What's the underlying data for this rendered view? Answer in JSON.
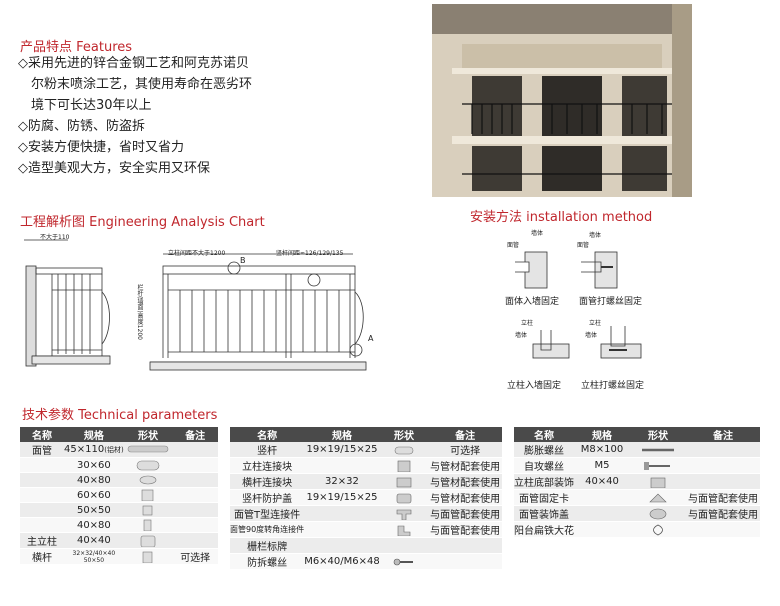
{
  "features": {
    "title": "产品特点 Features",
    "lines": [
      "◇采用先进的锌合金钢工艺和阿克苏诺贝",
      "尔粉末喷涂工艺，其使用寿命在恶劣环",
      "境下可长达30年以上",
      "◇防腐、防锈、防盗拆",
      "◇安装方便快捷，省时又省力",
      "◇造型美观大方，安全实用又环保"
    ]
  },
  "engineering": {
    "title": "工程解析图 Engineering Analysis Chart",
    "labels": {
      "max110": "不大于110",
      "col_spacing": "立柱间距不大于1200",
      "bar_spacing": "竖杆间距≈126/129/135",
      "height": "栏杆(墙面)高度1200",
      "mark_a": "A",
      "mark_b": "B"
    }
  },
  "install": {
    "title": "安装方法 installation method",
    "captions": [
      "面体入墙固定",
      "面管打螺丝固定",
      "立柱入墙固定",
      "立柱打螺丝固定"
    ],
    "callouts": {
      "wall": "墙体",
      "rail": "面管",
      "post": "立柱"
    }
  },
  "technical": {
    "title": "技术参数 Technical parameters",
    "headers": [
      "名称",
      "规格",
      "形状",
      "备注"
    ],
    "table1": [
      {
        "name": "面管",
        "spec": "45×110",
        "spec_note": "(铝材)",
        "note": ""
      },
      {
        "name": "",
        "spec": "30×60",
        "note": ""
      },
      {
        "name": "",
        "spec": "40×80",
        "note": ""
      },
      {
        "name": "",
        "spec": "60×60",
        "note": ""
      },
      {
        "name": "",
        "spec": "50×50",
        "note": ""
      },
      {
        "name": "",
        "spec": "40×80",
        "note": ""
      },
      {
        "name": "主立柱",
        "spec": "40×40",
        "note": ""
      },
      {
        "name": "横杆",
        "spec_lines": [
          "32×32/40×40",
          "50×50"
        ],
        "note": "可选择"
      }
    ],
    "table2": [
      {
        "name": "竖杆",
        "spec": "19×19/15×25",
        "note": "可选择"
      },
      {
        "name": "立柱连接块",
        "spec": "",
        "note": "与管材配套使用"
      },
      {
        "name": "横杆连接块",
        "spec": "32×32",
        "note": "与管材配套使用"
      },
      {
        "name": "竖杆防护盖",
        "spec": "19×19/15×25",
        "note": "与管材配套使用"
      },
      {
        "name": "面管T型连接件",
        "spec": "",
        "note": "与面管配套使用"
      },
      {
        "name": "面管90度转角连接件",
        "spec": "",
        "note": "与面管配套使用"
      },
      {
        "name": "栅栏标牌",
        "spec": "",
        "note": ""
      },
      {
        "name": "防拆螺丝",
        "spec": "M6×40/M6×48",
        "note": ""
      }
    ],
    "table3": [
      {
        "name": "膨胀螺丝",
        "spec": "M8×100",
        "note": ""
      },
      {
        "name": "自攻螺丝",
        "spec": "M5",
        "note": ""
      },
      {
        "name": "立柱底部装饰",
        "spec": "40×40",
        "note": ""
      },
      {
        "name": "面管固定卡",
        "spec": "",
        "note": "与面管配套使用"
      },
      {
        "name": "面管装饰盖",
        "spec": "",
        "note": "与面管配套使用"
      },
      {
        "name": "阳台扁铁大花",
        "spec": "",
        "note": ""
      }
    ]
  }
}
